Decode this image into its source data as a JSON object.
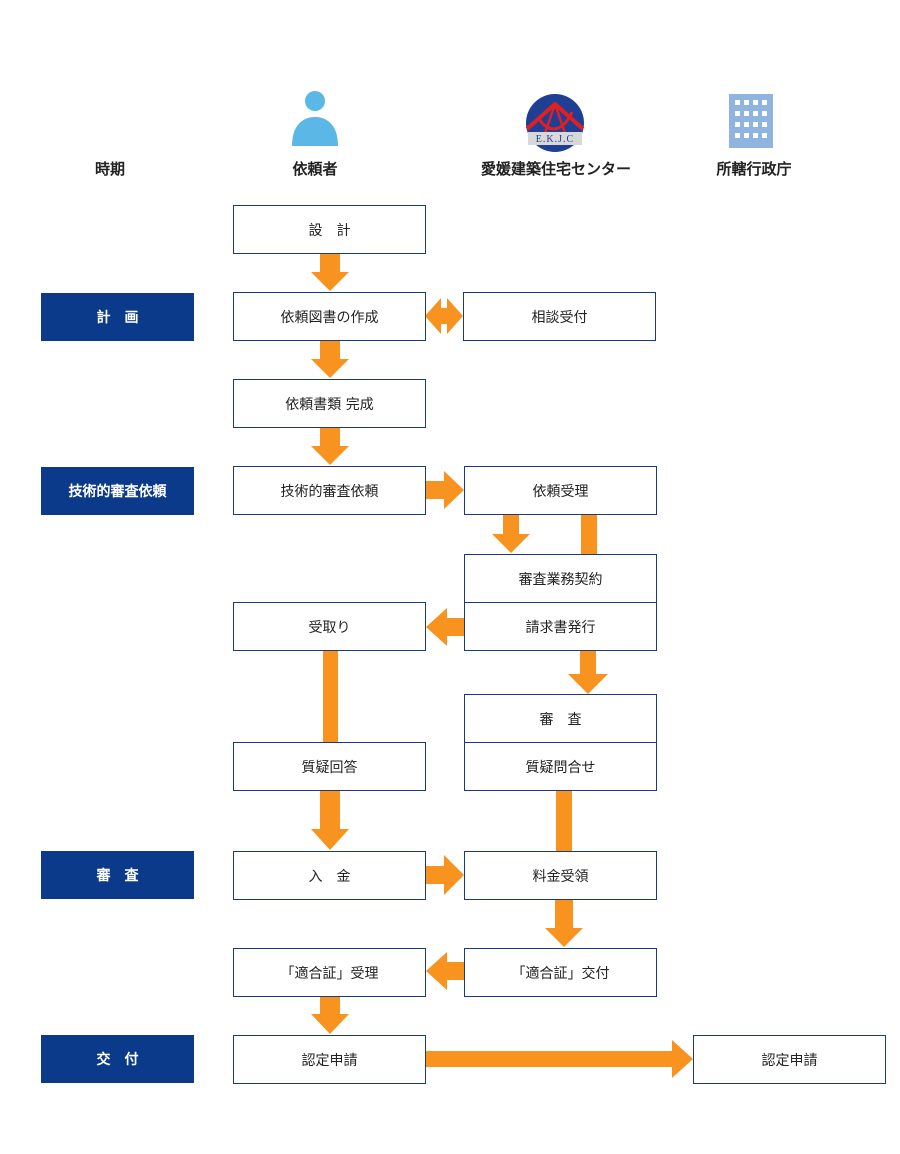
{
  "headers": {
    "period": "時期",
    "requester": "依頼者",
    "center": "愛媛建築住宅センター",
    "government": "所轄行政庁"
  },
  "logo": {
    "text": "E.K.J.C"
  },
  "phases": {
    "planning": "計　画",
    "request": "技術的審査依頼",
    "review": "審　査",
    "issue": "交　付"
  },
  "requester_steps": {
    "design": "設　計",
    "prepare_docs": "依頼図書の作成",
    "docs_complete": "依頼書類 完成",
    "tech_request": "技術的審査依頼",
    "receive_invoice": "受取り",
    "answer_questions": "質疑回答",
    "payment": "入　金",
    "receive_cert": "「適合証」受理",
    "apply_certification": "認定申請"
  },
  "center_steps": {
    "consultation": "相談受付",
    "accept_request": "依頼受理",
    "contract": "審査業務契約",
    "invoice": "請求書発行",
    "review": "審　査",
    "inquiry": "質疑問合せ",
    "fee_received": "料金受領",
    "issue_cert": "「適合証」交付"
  },
  "government_steps": {
    "certification_application": "認定申請"
  },
  "colors": {
    "phase_bg": "#0c3a8a",
    "arrow": "#f7931e",
    "box_border": "#1a3a7a",
    "person_icon": "#5bb8e6",
    "building_icon": "#8fb4e0"
  }
}
